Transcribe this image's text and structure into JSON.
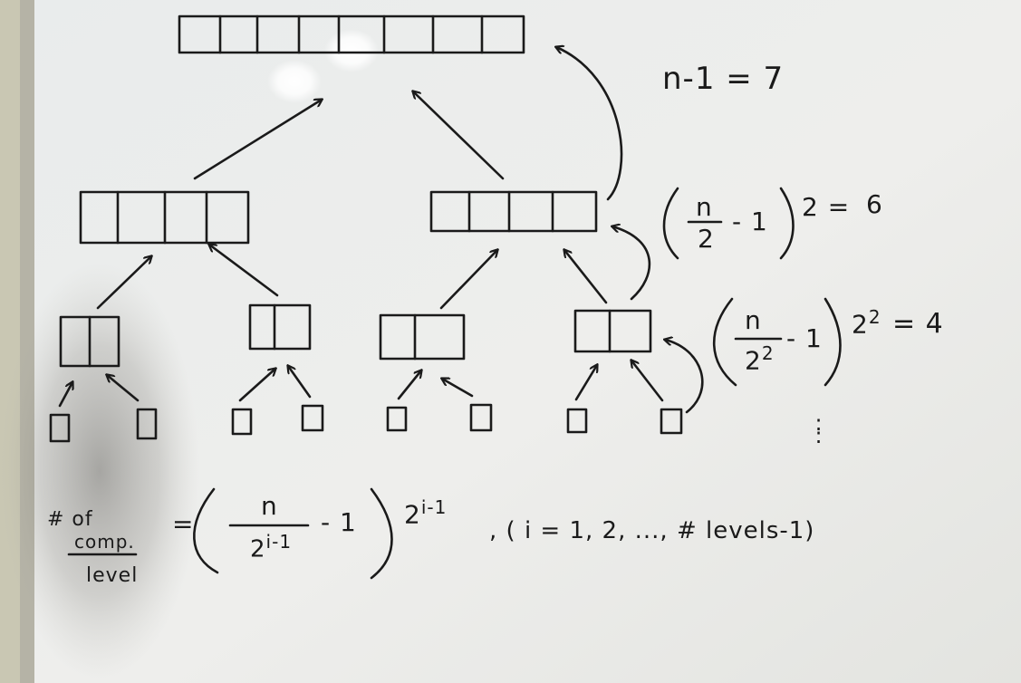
{
  "eq_top": {
    "text": "n-1 = 7"
  },
  "eq_level2": {
    "num": "n",
    "den": "2",
    "minus1": "- 1",
    "mult": "2 =",
    "result": "6"
  },
  "eq_level3": {
    "num": "n",
    "den_base": "2",
    "den_exp": "2",
    "minus1": "- 1",
    "mult_base": "2",
    "mult_exp": "2",
    "result": "= 4"
  },
  "vdots": ":",
  "general": {
    "label_line1": "# of",
    "label_line2": "comp.",
    "label_line3": "level",
    "eq": "=",
    "num": "n",
    "den_base": "2",
    "den_exp": "i-1",
    "minus1": "- 1",
    "mult_base": "2",
    "mult_exp": "i-1",
    "range": ", ( i = 1, 2, ..., # levels-1)"
  },
  "colors": {
    "board": "#eceeed",
    "marker": "#1a1a1a",
    "frame": "#b5b3a6"
  }
}
